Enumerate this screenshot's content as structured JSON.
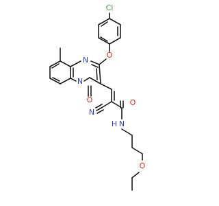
{
  "molecule": {
    "atoms": {
      "cl": "Cl",
      "o_ether": "O",
      "n_upper": "N",
      "n_ring": "N",
      "o_carbonyl_ring": "O",
      "o_amide": "O",
      "n_nitrile": "N",
      "n_amide": "N",
      "o_ethoxy": "O"
    },
    "amide_h": "H"
  },
  "colors": {
    "bond": "#1a1a1a",
    "nitrogen": "#2f3fd6",
    "oxygen": "#e8231a",
    "chlorine": "#2aa82a",
    "carbon_label": "#1a1a1a"
  }
}
